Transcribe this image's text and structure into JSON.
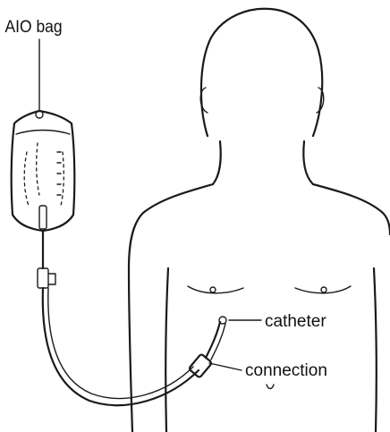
{
  "labels": {
    "bag": "AIO bag",
    "catheter": "catheter",
    "connection": "connection"
  },
  "colors": {
    "ink": "#1a1a1a",
    "background": "#ffffff"
  }
}
